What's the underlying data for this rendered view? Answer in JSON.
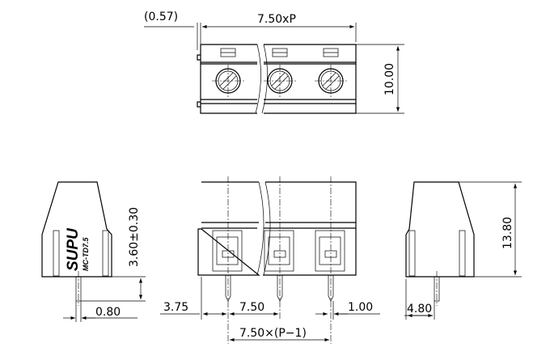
{
  "top_view": {
    "offset_dim": "(0.57)",
    "length_dim": "7.50xP",
    "height_dim": "10.00"
  },
  "side_view_left": {
    "logo": "SUPU",
    "model": "MC-TD7.5",
    "pin_length_dim": "3.60±0.30",
    "pin_width_dim": "0.80"
  },
  "front_view": {
    "edge_dim": "3.75",
    "pitch_dim": "7.50",
    "pin_dim": "1.00",
    "span_dim": "7.50×(P−1)"
  },
  "side_view_right": {
    "height_dim": "13.80",
    "pin_offset_dim": "4.80"
  }
}
